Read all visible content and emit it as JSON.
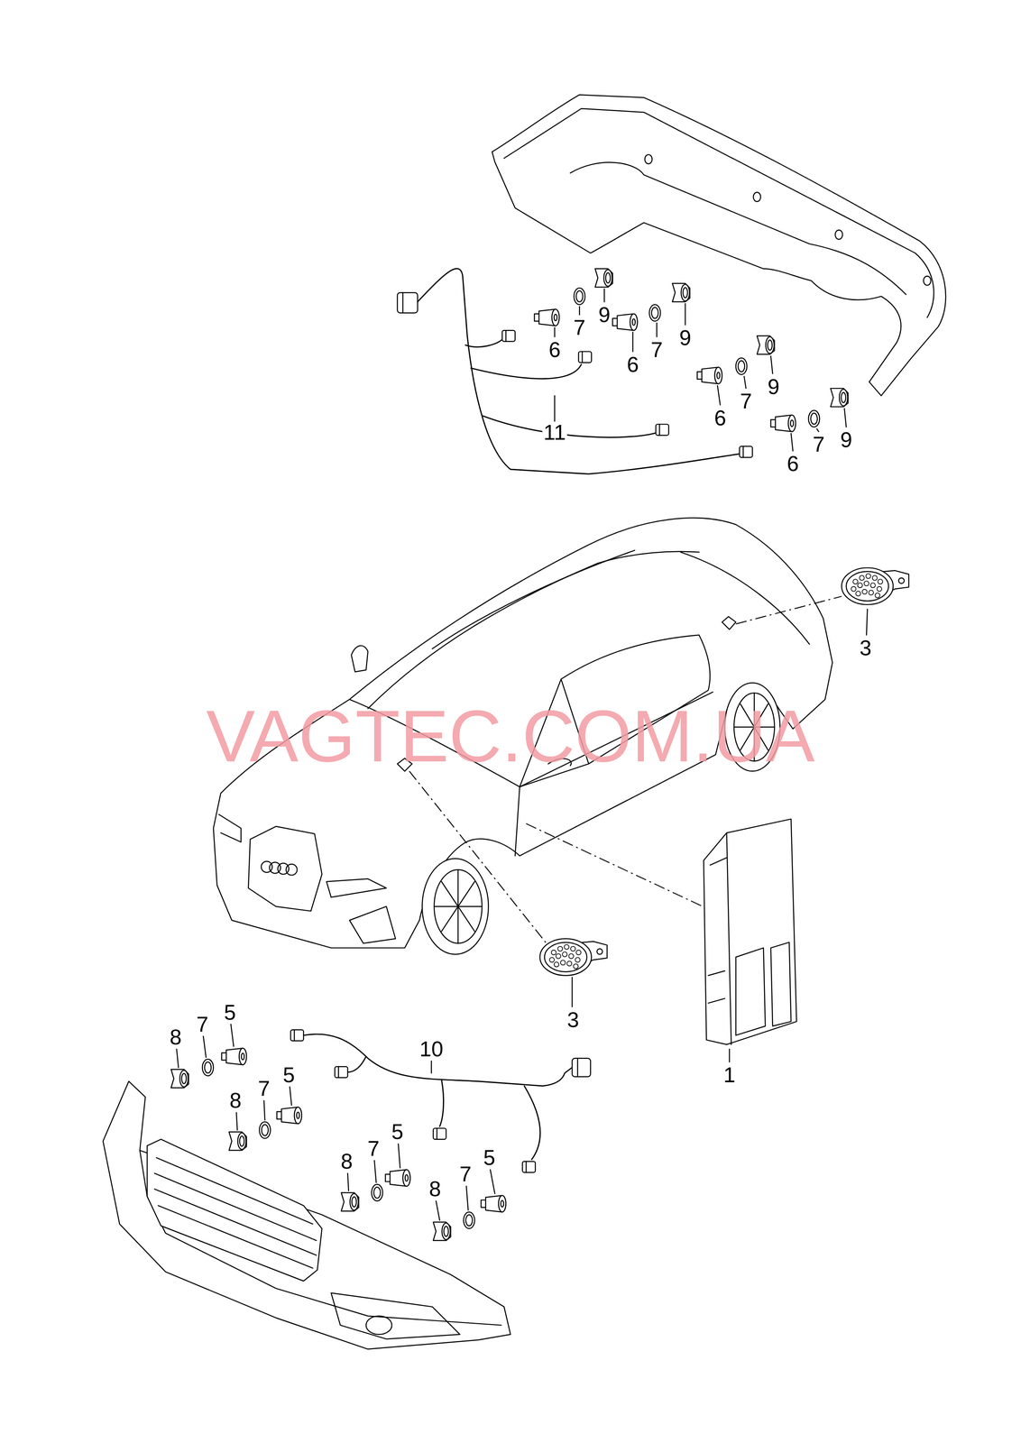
{
  "diagram": {
    "labels": [
      "9",
      "7",
      "6",
      "9",
      "7",
      "6",
      "9",
      "7",
      "6",
      "9",
      "7",
      "6",
      "11",
      "3",
      "VAGTEC.COM.UA",
      "3",
      "1",
      "5",
      "7",
      "8",
      "5",
      "7",
      "8",
      "5",
      "7",
      "8",
      "5",
      "7",
      "8",
      "10"
    ]
  }
}
